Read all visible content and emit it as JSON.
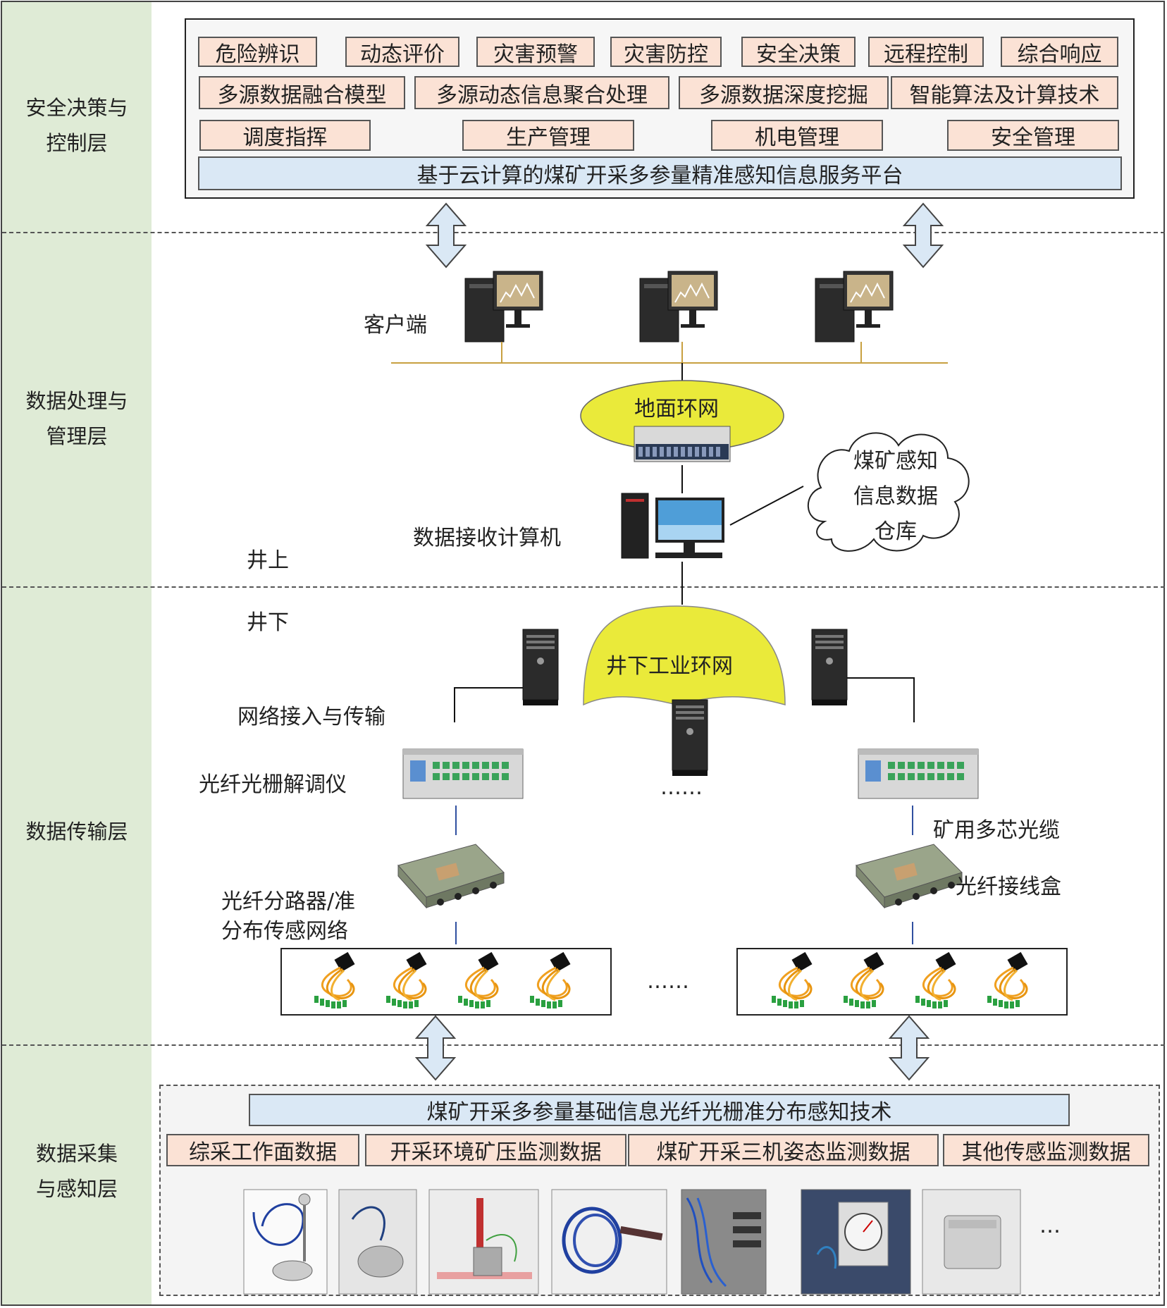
{
  "layers": {
    "decision": "安全决策与\n控制层",
    "processing": "数据处理与\n管理层",
    "transmission": "数据传输层",
    "acquisition": "数据采集\n与感知层"
  },
  "decision_block": {
    "row1": [
      "危险辨识",
      "动态评价",
      "灾害预警",
      "灾害防控",
      "安全决策",
      "远程控制",
      "综合响应"
    ],
    "row2": [
      "多源数据融合模型",
      "多源动态信息聚合处理",
      "多源数据深度挖掘",
      "智能算法及计算技术"
    ],
    "row3": [
      "调度指挥",
      "生产管理",
      "机电管理",
      "安全管理"
    ],
    "platform": "基于云计算的煤矿开采多参量精准感知信息服务平台"
  },
  "processing": {
    "client_label": "客户端",
    "ground_ring": "地面环网",
    "receiver_label": "数据接收计算机",
    "warehouse": "煤矿感知\n信息数据\n仓库",
    "above_ground": "井上"
  },
  "transmission": {
    "underground": "井下",
    "industrial_ring": "井下工业环网",
    "network_access": "网络接入与传输",
    "demodulator": "光纤光栅解调仪",
    "ellipsis_center": "……",
    "cable_label": "矿用多芯光缆",
    "splice_box": "光纤接线盒",
    "splitter": "光纤分路器/准\n分布传感网络",
    "ellipsis_strip": "……"
  },
  "acquisition": {
    "tech_bar": "煤矿开采多参量基础信息光纤光栅准分布感知技术",
    "data_tags": [
      "综采工作面数据",
      "开采环境矿压监测数据",
      "煤矿开采三机姿态监测数据",
      "其他传感监测数据"
    ],
    "ellipsis": "…"
  },
  "colors": {
    "layer_bg": "#dfebd6",
    "tag_bg": "#fbe2d5",
    "bar_bg": "#dae8f5",
    "ring_yellow": "#eaea3a",
    "bus_line": "#c8a040",
    "arrow_fill": "#dae8f5"
  }
}
